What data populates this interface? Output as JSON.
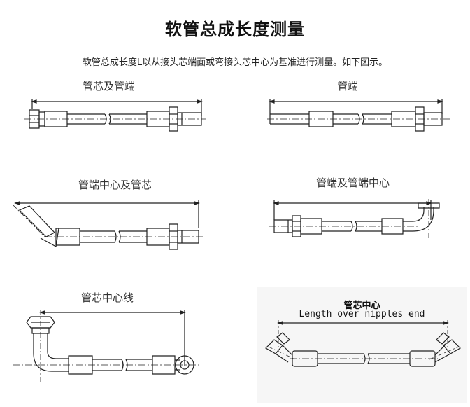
{
  "header": {
    "title": "软管总成长度测量",
    "intro": "软管总成长度L以从接头芯端面或弯接头芯中心为基准进行测量。如下图示。"
  },
  "panels": [
    {
      "caption": "管芯及管端"
    },
    {
      "caption": "管端"
    },
    {
      "caption": "管端中心及管芯"
    },
    {
      "caption": "管端及管端中心"
    },
    {
      "caption": "管芯中心线"
    },
    {
      "caption": "管芯中心",
      "subcaption": "Length over nipples end"
    }
  ]
}
